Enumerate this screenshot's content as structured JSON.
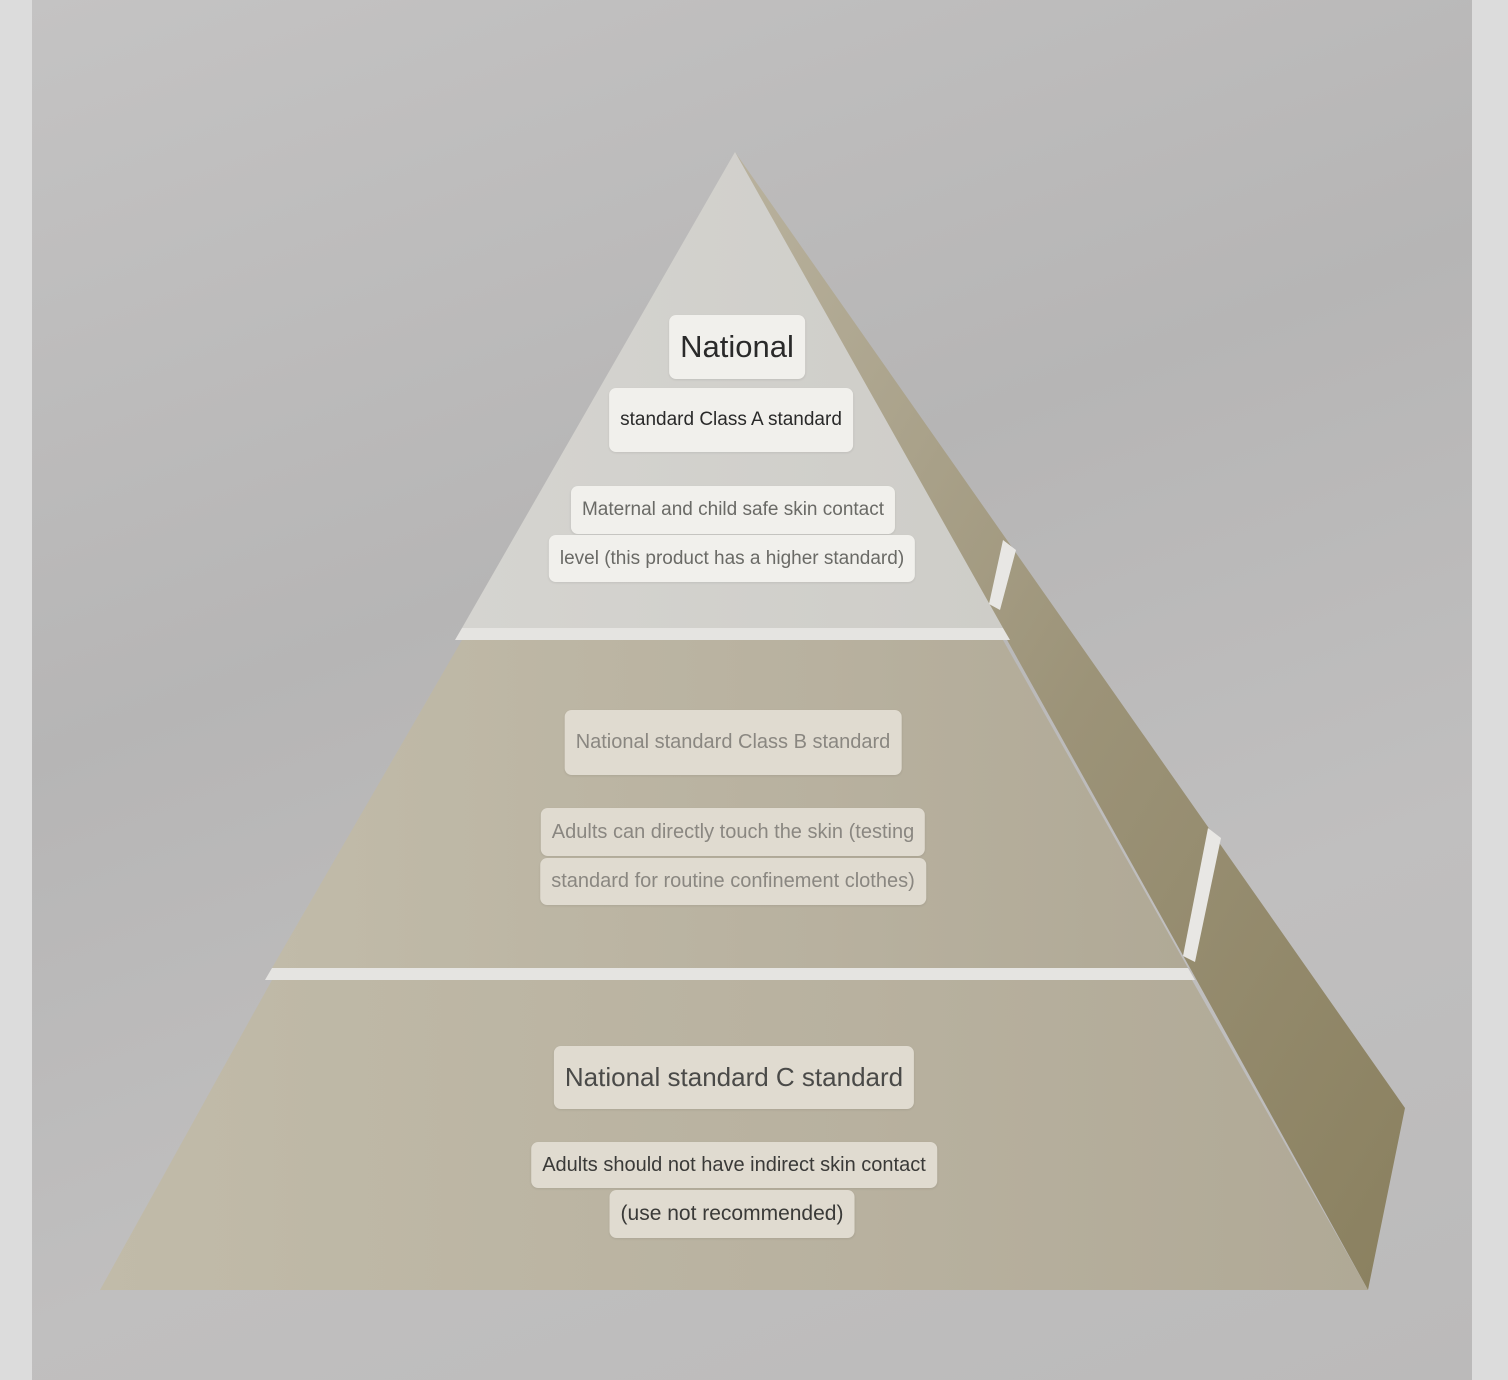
{
  "colors": {
    "background": "#dcdcdc",
    "stage": "#bdbcbc",
    "tier_top_front": "#d2d1cd",
    "tier_lower_front": "#bab3a3",
    "side_face": "#a39a80",
    "separator": "#e6e5e2",
    "text_dark": "#2a2a2a",
    "text_mid": "#6a6a66",
    "text_faded": "#8a8781"
  },
  "tiers": {
    "top": {
      "title_line1": "National",
      "title_line2": "standard Class A standard",
      "desc_line1": "Maternal and child safe skin contact",
      "desc_line2": "level (this product has a higher standard)"
    },
    "middle": {
      "title": "National standard Class B standard",
      "desc_line1": "Adults can directly touch the skin (testing",
      "desc_line2": "standard for routine confinement clothes)"
    },
    "bottom": {
      "title": "National standard C standard",
      "desc_line1": "Adults should not have indirect skin contact",
      "desc_line2": "(use not recommended)"
    }
  }
}
